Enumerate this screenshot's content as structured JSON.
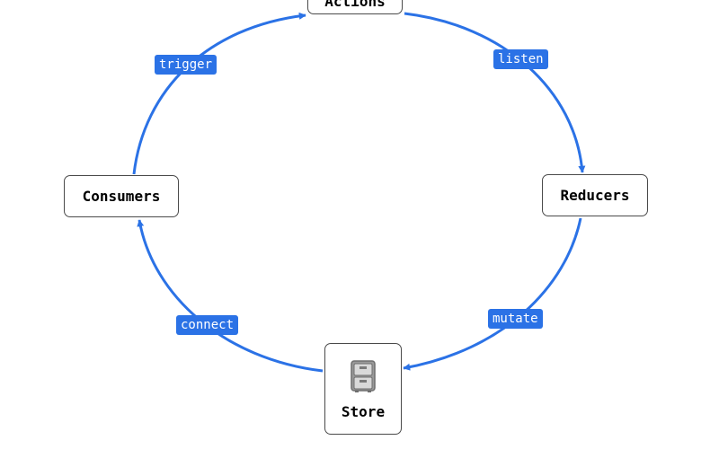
{
  "colors": {
    "edge": "#2b72e6",
    "node_border": "#4a4a4a",
    "label_bg": "#2b72e6",
    "label_text": "#ffffff"
  },
  "nodes": {
    "actions": "Actions",
    "reducers": "Reducers",
    "store": "Store",
    "consumers": "Consumers"
  },
  "store_icon": "filing-cabinet-icon",
  "edges": {
    "trigger": "trigger",
    "listen": "listen",
    "mutate": "mutate",
    "connect": "connect"
  }
}
